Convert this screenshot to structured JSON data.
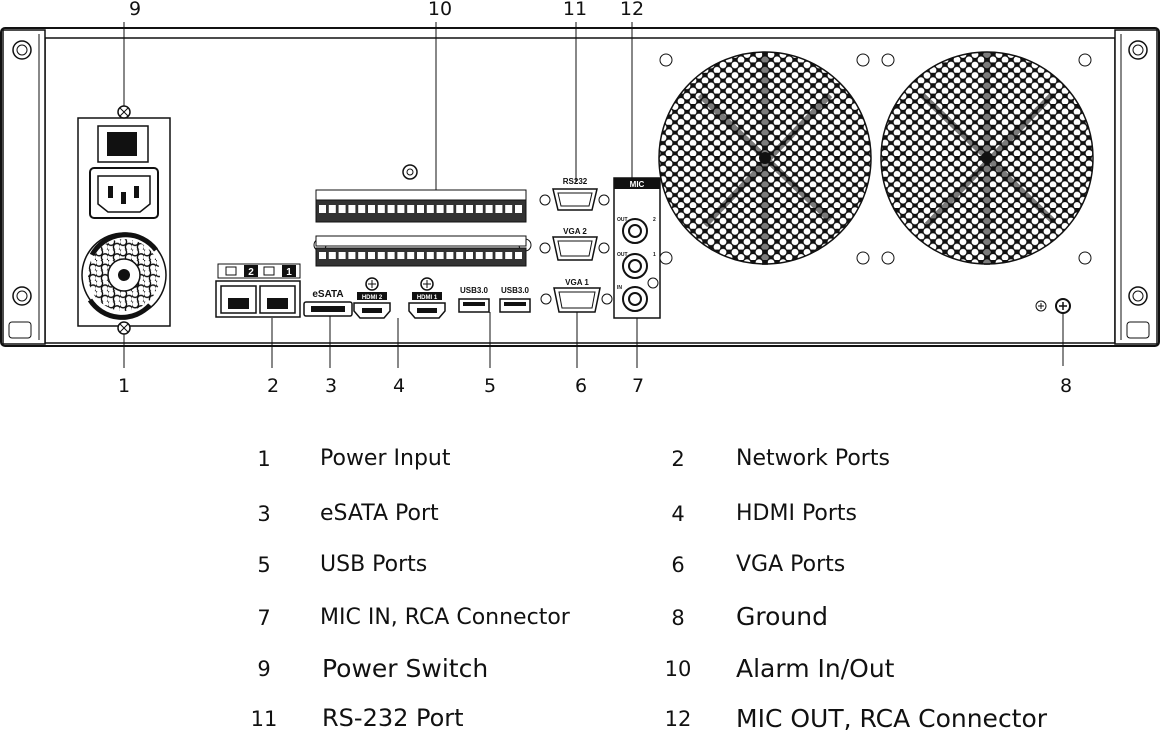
{
  "callouts": {
    "c1": "1",
    "c2": "2",
    "c3": "3",
    "c4": "4",
    "c5": "5",
    "c6": "6",
    "c7": "7",
    "c8": "8",
    "c9": "9",
    "c10": "10",
    "c11": "11",
    "c12": "12"
  },
  "panel_labels": {
    "rs232": "RS232",
    "vga2": "VGA 2",
    "vga1": "VGA 1",
    "mic": "MIC",
    "out_a": "OUT",
    "two": "2",
    "out_b": "OUT",
    "one_b": "1",
    "in": "IN",
    "esata": "eSATA",
    "hdmi2": "HDMI 2",
    "hdmi1": "HDMI 1",
    "usb_a": "USB3.0",
    "usb_b": "USB3.0",
    "net2": "2",
    "net1": "1"
  },
  "legend": [
    {
      "num": "1",
      "text": "Power Input"
    },
    {
      "num": "2",
      "text": "Network Ports"
    },
    {
      "num": "3",
      "text": "eSATA Port"
    },
    {
      "num": "4",
      "text": "HDMI Ports"
    },
    {
      "num": "5",
      "text": "USB Ports"
    },
    {
      "num": "6",
      "text": "VGA Ports"
    },
    {
      "num": "7",
      "text": "MIC IN, RCA Connector"
    },
    {
      "num": "8",
      "text": "Ground"
    },
    {
      "num": "9",
      "text": "Power Switch"
    },
    {
      "num": "10",
      "text": "Alarm In/Out"
    },
    {
      "num": "11",
      "text": "RS-232 Port"
    },
    {
      "num": "12",
      "text": "MIC OUT, RCA Connector"
    }
  ]
}
